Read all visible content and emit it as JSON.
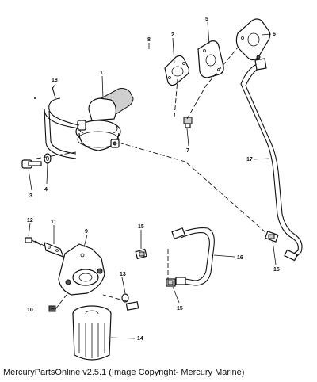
{
  "caption": "MercuryPartsOnline v2.5.1 (Image Copyright- Mercury Marine)",
  "callouts": {
    "c1": "1",
    "c2": "2",
    "c3": "3",
    "c4": "4",
    "c5": "5",
    "c6": "6",
    "c7": "7",
    "c8": "8",
    "c9": "9",
    "c10": "10",
    "c11": "11",
    "c12": "12",
    "c13": "13",
    "c14": "14",
    "c15a": "15",
    "c15b": "15",
    "c15c": "15",
    "c16": "16",
    "c17": "17",
    "c18": "18"
  }
}
